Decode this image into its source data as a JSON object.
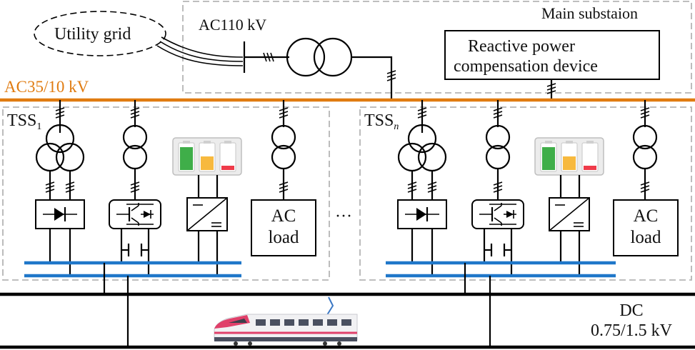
{
  "labels": {
    "utility_grid": "Utility grid",
    "ac110": "AC110 kV",
    "main_substation": "Main substaion",
    "rpcd_line1": "Reactive power",
    "rpcd_line2": "compensation device",
    "ac35": "AC35/10 kV",
    "tss1_main": "TSS",
    "tss1_sub": "1",
    "tssn_main": "TSS",
    "tssn_sub": "n",
    "ac_load_line1": "AC",
    "ac_load_line2": "load",
    "ellipsis": "···",
    "dc_line1": "DC",
    "dc_line2": "0.75/1.5 kV"
  },
  "colors": {
    "ac_bus": "#e07b10",
    "dc_bus": "#1f77c9",
    "battery_green": "#3fae49",
    "battery_yellow": "#f7b93e",
    "battery_red": "#ef3b4a",
    "train_accent": "#e0406a"
  },
  "icons": [
    "transformer-icon",
    "diode-rectifier-icon",
    "igbt-converter-icon",
    "dc-dc-converter-icon",
    "battery-icon",
    "train-icon",
    "capacitor-icon"
  ]
}
